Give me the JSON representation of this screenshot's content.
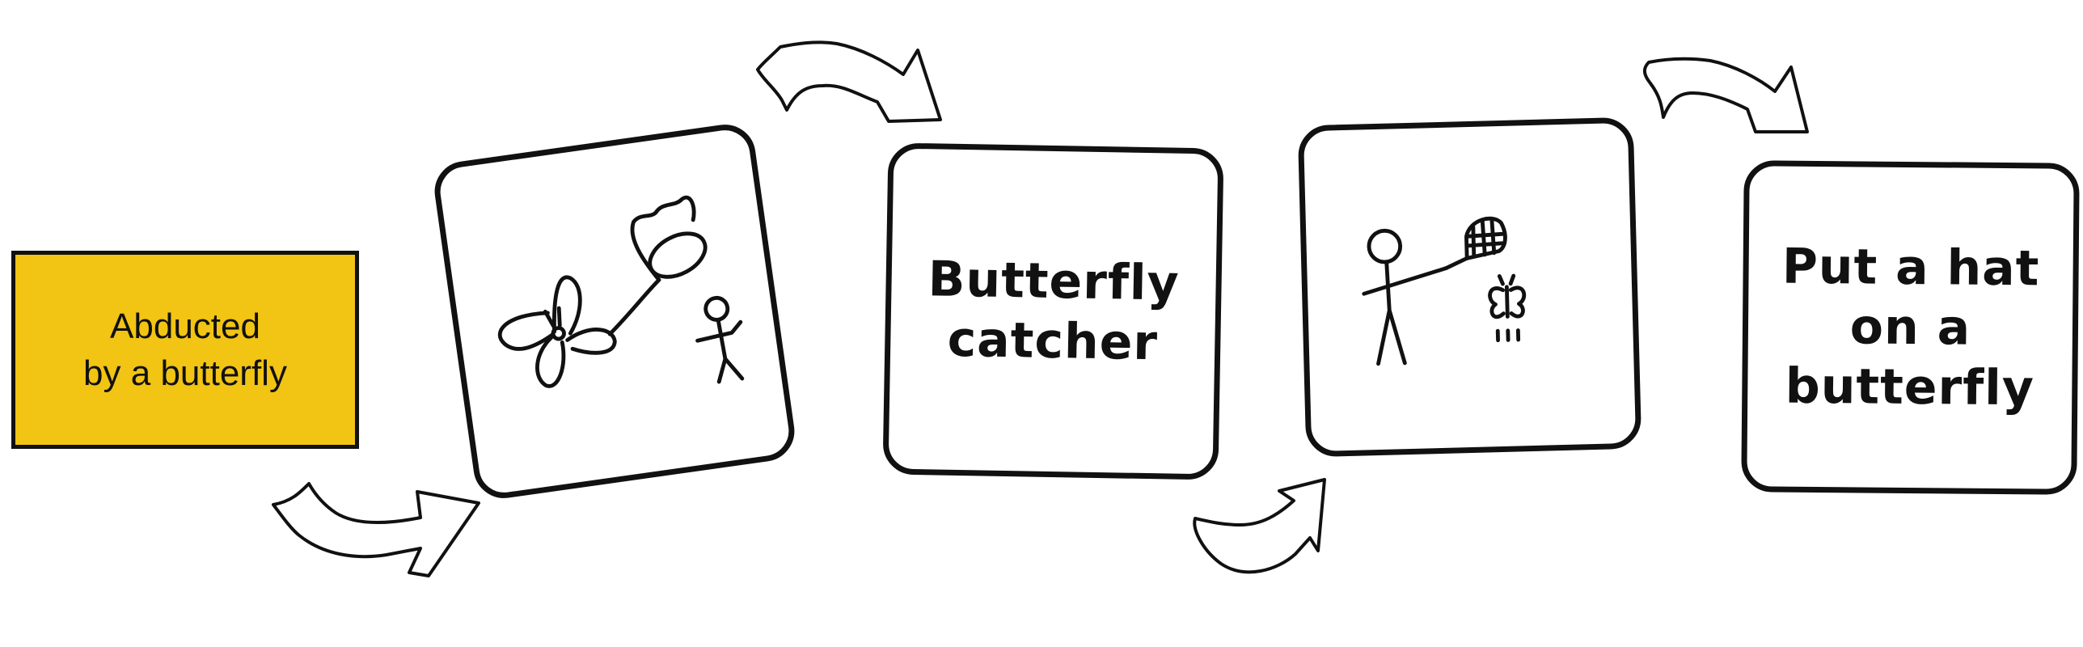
{
  "start_label": "Abducted\nby a butterfly",
  "cards": [
    {
      "kind": "drawing",
      "icon": "butterfly-abducting-stick-figure-icon"
    },
    {
      "kind": "text",
      "text": "Butterfly\ncatcher"
    },
    {
      "kind": "drawing",
      "icon": "stick-figure-with-net-catching-butterfly-icon"
    },
    {
      "kind": "text",
      "text": "Put a hat\non a\nbutterfly"
    }
  ],
  "colors": {
    "start_fill": "#f2c414",
    "ink": "#111111",
    "card_fill": "#ffffff"
  }
}
